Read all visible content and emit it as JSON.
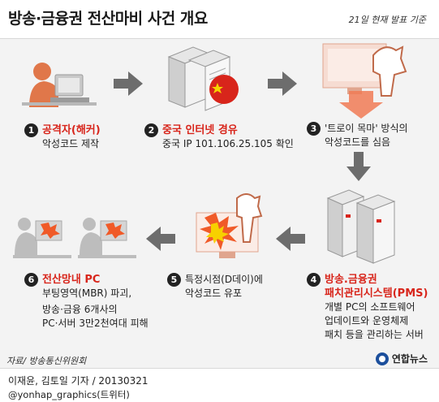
{
  "header": {
    "title": "방송·금융권 전산마비 사건 개요",
    "date_note": "21일 현재 발표 기준"
  },
  "steps": [
    {
      "num": "1",
      "title": "공격자(해커)",
      "desc": [
        "악성코드 제작"
      ]
    },
    {
      "num": "2",
      "title": "중국 인터넷 경유",
      "desc": [
        "중국 IP 101.106.25.105 확인"
      ]
    },
    {
      "num": "3",
      "title": "'트로이 목마' 방식의",
      "desc": [
        "악성코드를 심음"
      ]
    },
    {
      "num": "4",
      "title": "방송.금융권",
      "title2": "패치관리시스템(PMS)",
      "desc": [
        "개별 PC의 소프트웨어",
        "업데이트와 운영체제",
        "패치 등을 관리하는 서버"
      ]
    },
    {
      "num": "5",
      "title": "특정시점(D데이)에",
      "desc": [
        "악성코드 유포"
      ]
    },
    {
      "num": "6",
      "title": "전산망내 PC",
      "desc": [
        "부팅영역(MBR) 파괴,",
        "방송·금융 6개사의",
        "PC·서버 3만2천여대 피해"
      ]
    }
  ],
  "footer": {
    "source": "자료/ 방송통신위원회",
    "credit": "이재윤, 김토일 기자 / 20130321",
    "twitter": "@yonhap_graphics(트위터)",
    "logo": "연합뉴스"
  },
  "colors": {
    "accent": "#d8251b",
    "arrow": "#6d6d6d",
    "panel": "#f3f3f3"
  },
  "icons": [
    "hacker-icon",
    "server-china-icon",
    "trojan-horse-icon",
    "server-icon",
    "infected-monitor-icon",
    "infected-pc-icon"
  ]
}
